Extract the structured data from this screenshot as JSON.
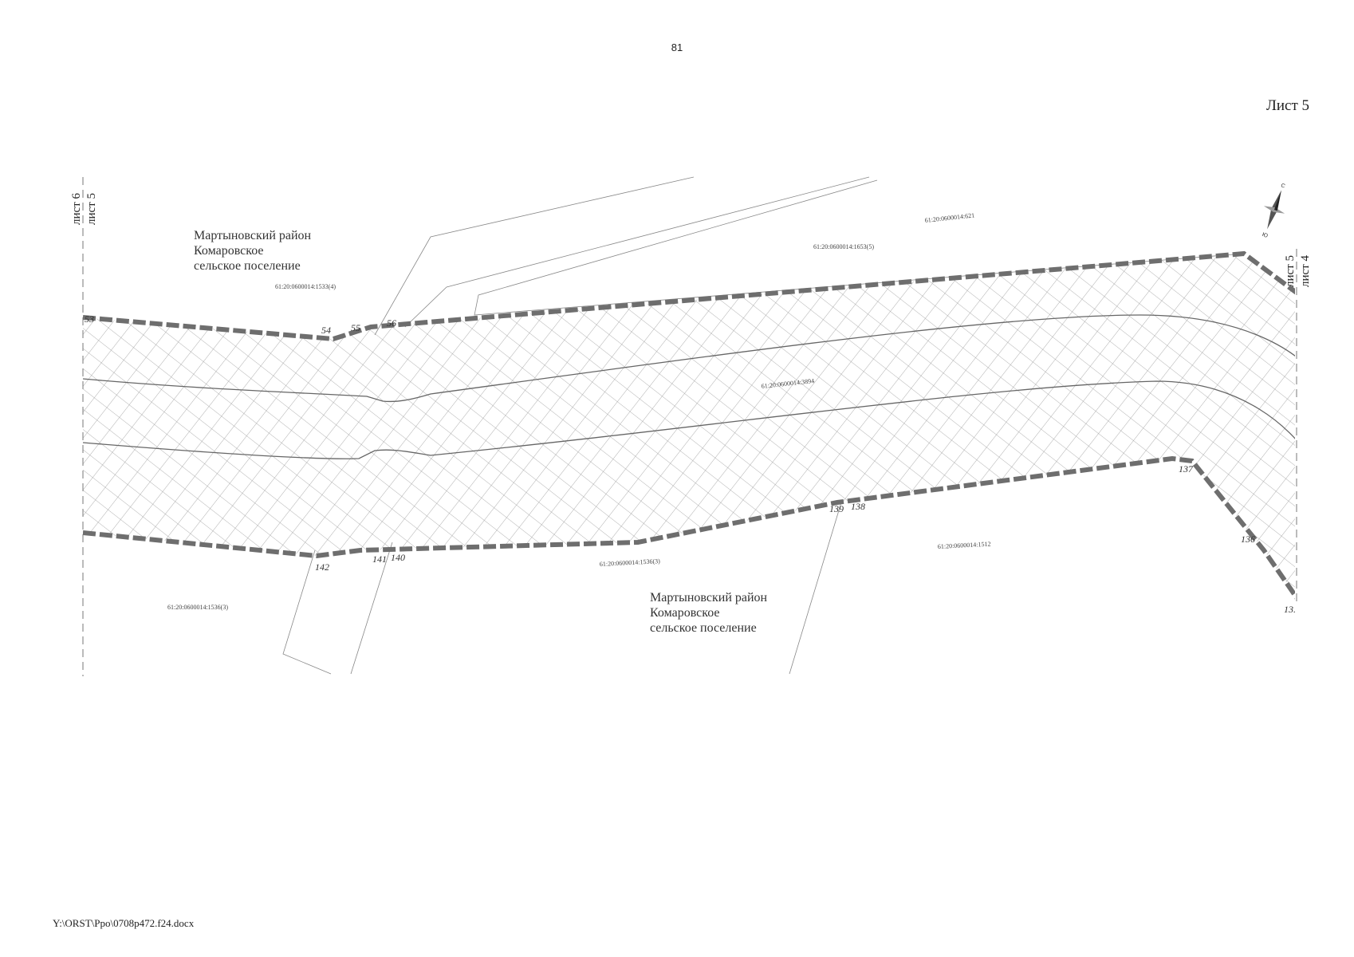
{
  "header": {
    "page_number": "81",
    "sheet_label": "Лист 5"
  },
  "footer": {
    "file_path": "Y:\\ORST\\Ppo\\0708p472.f24.docx"
  },
  "map": {
    "region_labels": [
      {
        "line1": "Мартыновский район",
        "line2": "Комаровское",
        "line3": "сельское поселение"
      },
      {
        "line1": "Мартыновский район",
        "line2": "Комаровское",
        "line3": "сельское поселение"
      }
    ],
    "sheet_boundaries": {
      "left_upper": "лист 6",
      "left_lower": "лист 5",
      "right_upper": "лист 5",
      "right_lower": "лист 4"
    },
    "cadastral_labels": [
      "61:20:0600014:1533(4)",
      "61:20:0600014:1653(5)",
      "61:20:0600014:621",
      "61:20:0600014:3894",
      "61:20:0600014:1536(3)",
      "61:20:0600014:1512",
      "61:20:0600014:1536(3)"
    ],
    "point_labels": [
      "53",
      "54",
      "55",
      "56",
      "142",
      "141",
      "140",
      "139",
      "138",
      "137",
      "136",
      "13."
    ],
    "compass_letters": {
      "north": "С",
      "south": "Ю"
    },
    "colors": {
      "boundary_dash": "#6e6e6e",
      "hatch": "#9a9a9a",
      "line": "#666666",
      "text": "#333333"
    }
  }
}
